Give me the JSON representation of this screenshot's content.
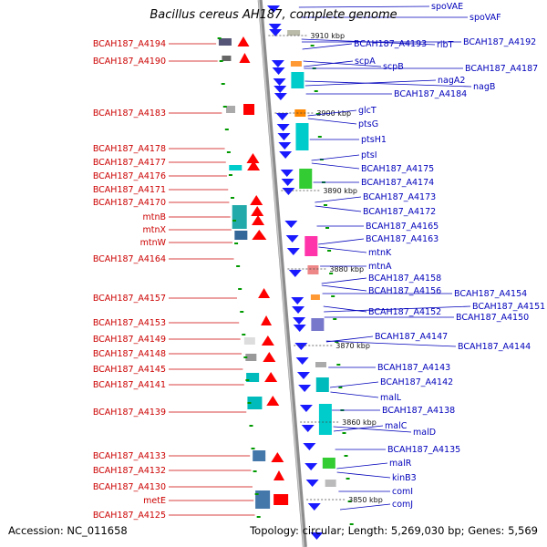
{
  "title": "Bacillus cereus AH187, complete genome",
  "footer": {
    "accession": "Accession: NC_011658",
    "summary": "Topology: circular; Length: 5,269,030 bp; Genes: 5,569"
  },
  "colors": {
    "backbone": "#8c8c8c",
    "left_label": "#cc0000",
    "right_label": "#0000bb",
    "forward_gene": "#ff0000",
    "reverse_gene": "#1a1aff",
    "tick": "#009900"
  },
  "ticks": [
    "3910 kbp",
    "3900 kbp",
    "3890 kbp",
    "3880 kbp",
    "3870 kbp",
    "3860 kbp",
    "3850 kbp"
  ],
  "left_labels": [
    "BCAH187_A4194",
    "BCAH187_A4190",
    "BCAH187_A4183",
    "BCAH187_A4178",
    "BCAH187_A4177",
    "BCAH187_A4176",
    "BCAH187_A4171",
    "BCAH187_A4170",
    "mtnB",
    "mtnX",
    "mtnW",
    "BCAH187_A4164",
    "BCAH187_A4157",
    "BCAH187_A4153",
    "BCAH187_A4149",
    "BCAH187_A4148",
    "BCAH187_A4145",
    "BCAH187_A4141",
    "BCAH187_A4139",
    "BCAH187_A4133",
    "BCAH187_A4132",
    "BCAH187_A4130",
    "metE",
    "BCAH187_A4125"
  ],
  "right_labels": [
    "spoVAE",
    "spoVAF",
    "BCAH187_A4193",
    "ribT",
    "BCAH187_A4192",
    "scpA",
    "scpB",
    "BCAH187_A4187",
    "nagA2",
    "nagB",
    "BCAH187_A4184",
    "glcT",
    "ptsG",
    "ptsH1",
    "ptsI",
    "BCAH187_A4175",
    "BCAH187_A4174",
    "BCAH187_A4173",
    "BCAH187_A4172",
    "BCAH187_A4165",
    "BCAH187_A4163",
    "mtnK",
    "mtnA",
    "BCAH187_A4158",
    "BCAH187_A4156",
    "BCAH187_A4154",
    "BCAH187_A4151",
    "BCAH187_A4152",
    "BCAH187_A4150",
    "BCAH187_A4147",
    "BCAH187_A4144",
    "BCAH187_A4143",
    "BCAH187_A4142",
    "malL",
    "BCAH187_A4138",
    "malC",
    "malD",
    "BCAH187_A4135",
    "malR",
    "kinB3",
    "comI",
    "comJ"
  ]
}
